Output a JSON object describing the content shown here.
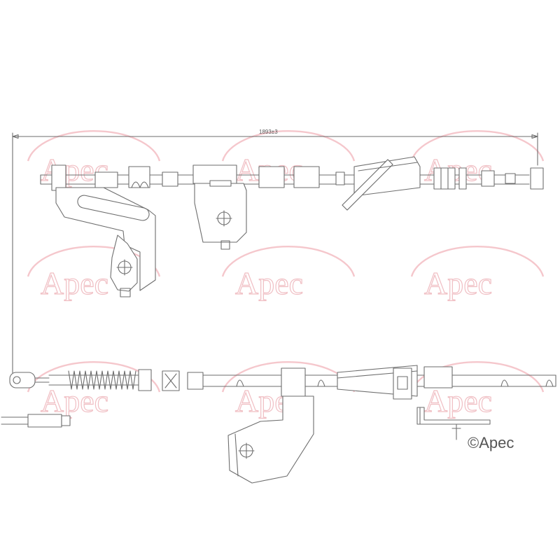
{
  "diagram": {
    "dimension_label": "1893±3",
    "watermark_text": "Apec",
    "copyright_text": "©Apec"
  },
  "colors": {
    "line": "#6e6e6e",
    "watermark": "#e48a93",
    "background": "#ffffff"
  }
}
